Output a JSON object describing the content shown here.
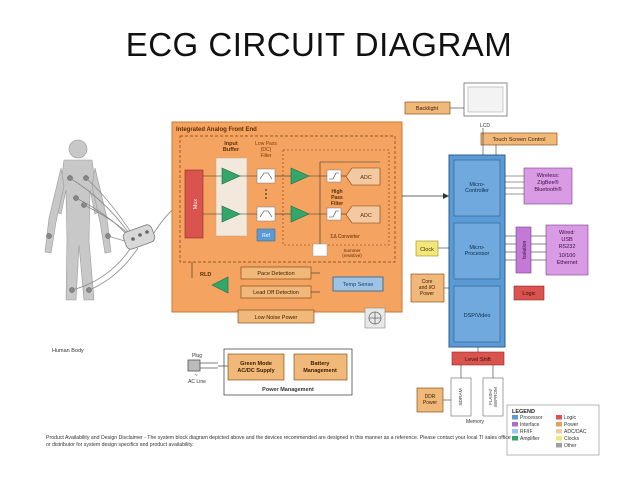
{
  "title": "ECG CIRCUIT DIAGRAM",
  "afe": {
    "label": "Integrated Analog Front End",
    "input_buffer": "Input Buffer",
    "lowpass": [
      "Low Pass",
      "(DC)",
      "Filter"
    ],
    "mux": "Mux",
    "ref": "Ref",
    "adc_top": "ADC",
    "adc_bottom": "ADC",
    "highpass": [
      "High",
      "Pass",
      "Filter"
    ],
    "converter": "ΣΔ Converter",
    "summer": [
      "Summer",
      "(resistive)"
    ],
    "rld": "RLD",
    "pace": "Pace Detection",
    "leadoff": "Lead Off Detection"
  },
  "blocks": {
    "backlight": "Backlight",
    "lcd": "LCD",
    "touch": "Touch Screen Control",
    "temp": "Temp Sense",
    "clock": "Clock",
    "core_io": [
      "Core",
      "and I/O",
      "Power"
    ],
    "low_noise": "Low Noise Power",
    "micro_ctrl": [
      "Micro-",
      "Controller"
    ],
    "micro_proc": [
      "Micro-",
      "Processor"
    ],
    "dsp": "DSP/Video",
    "wireless": [
      "Wireless:",
      "ZigBee®",
      "Bluetooth®"
    ],
    "isolation": "Isolation",
    "wired": [
      "Wired:",
      "USB",
      "RS232",
      "10/100",
      "Ethernet"
    ],
    "logic": "Logic",
    "level_shift": "Level Shift",
    "ddr_power": [
      "DDR",
      "Power"
    ],
    "sdram": "SDRAM",
    "flash": [
      "FLASH/",
      "EEPROM"
    ],
    "memory": "Memory",
    "human_body": "Human Body",
    "plug": "Plug",
    "ac_line": "AC Line",
    "green_mode": [
      "Green Mode",
      "AC/DC Supply"
    ],
    "battery": [
      "Battery",
      "Management"
    ],
    "power_mgmt": "Power Management"
  },
  "legend": {
    "title": "LEGEND",
    "items": [
      {
        "label": "Processor",
        "color": "#5b9bd5"
      },
      {
        "label": "Interface",
        "color": "#b06cc8"
      },
      {
        "label": "RF/IF",
        "color": "#9dc3e6"
      },
      {
        "label": "Amplifier",
        "color": "#33a66a"
      },
      {
        "label": "Logic",
        "color": "#d9534f"
      },
      {
        "label": "Power",
        "color": "#e8a15a"
      },
      {
        "label": "ADC/DAC",
        "color": "#f2c9a0"
      },
      {
        "label": "Clocks",
        "color": "#f3e67a"
      },
      {
        "label": "Other",
        "color": "#9e9e9e"
      }
    ]
  },
  "disclaimer": "Product Availability and Design Disclaimer - The system block diagram depicted above and the devices recommended are designed in this manner as a reference. Please contact your local TI sales office or distributor for system design specifics and product availability.",
  "colors": {
    "afe": "#f4a460",
    "processor": "#5b9bd5",
    "power_block": "#f0b879",
    "amp": "#33a66a",
    "interface": "#c27ad6",
    "clock": "#f3e67a",
    "logic": "#d9534f"
  }
}
